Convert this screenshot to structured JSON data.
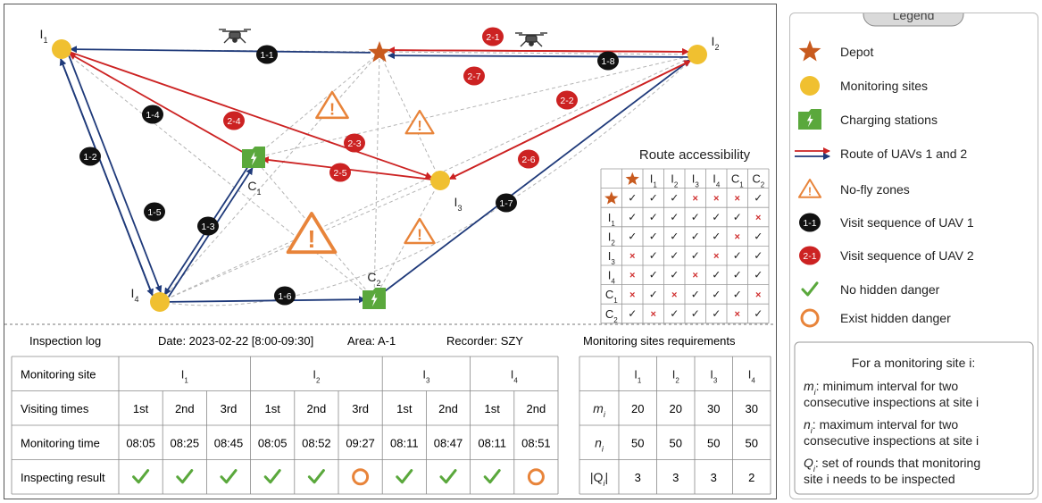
{
  "diagram": {
    "nodes": [
      {
        "id": "I1",
        "base": "I",
        "sub": "1",
        "type": "site"
      },
      {
        "id": "I2",
        "base": "I",
        "sub": "2",
        "type": "site"
      },
      {
        "id": "I3",
        "base": "I",
        "sub": "3",
        "type": "site"
      },
      {
        "id": "I4",
        "base": "I",
        "sub": "4",
        "type": "site"
      },
      {
        "id": "C1",
        "base": "C",
        "sub": "1",
        "type": "charger"
      },
      {
        "id": "C2",
        "base": "C",
        "sub": "2",
        "type": "charger"
      },
      {
        "id": "D",
        "base": "",
        "sub": "",
        "type": "depot"
      }
    ],
    "uav1_route": [
      "D",
      "I1",
      "I4",
      "I1",
      "I4",
      "C1",
      "I4",
      "C2",
      "I2",
      "D"
    ],
    "uav2_route": [
      "D",
      "I2",
      "I3",
      "C1",
      "I1",
      "I3",
      "I2",
      "D"
    ],
    "uav1_labels": [
      "1-1",
      "1-2",
      "1-3",
      "1-4",
      "1-5",
      "1-6",
      "1-7",
      "1-8"
    ],
    "uav2_labels": [
      "2-1",
      "2-2",
      "2-3",
      "2-4",
      "2-5",
      "2-6",
      "2-7"
    ],
    "colors": {
      "uav1": "#1f3a7a",
      "uav2": "#cc2222",
      "depot": "#c85a1e",
      "site": "#f0c030",
      "charger": "#5aa83c",
      "nofly": "#e8843a",
      "check": "#5aa83c",
      "danger": "#e8843a"
    }
  },
  "route_accessibility": {
    "title": "Route accessibility",
    "headers": [
      "★",
      "I1",
      "I2",
      "I3",
      "I4",
      "C1",
      "C2"
    ],
    "rows": [
      {
        "label": "★",
        "cells": [
          "✓",
          "✓",
          "✓",
          "×",
          "×",
          "×",
          "✓"
        ]
      },
      {
        "label": "I1",
        "cells": [
          "✓",
          "✓",
          "✓",
          "✓",
          "✓",
          "✓",
          "×"
        ]
      },
      {
        "label": "I2",
        "cells": [
          "✓",
          "✓",
          "✓",
          "✓",
          "✓",
          "×",
          "✓"
        ]
      },
      {
        "label": "I3",
        "cells": [
          "×",
          "✓",
          "✓",
          "✓",
          "×",
          "✓",
          "✓"
        ]
      },
      {
        "label": "I4",
        "cells": [
          "×",
          "✓",
          "✓",
          "×",
          "✓",
          "✓",
          "✓"
        ]
      },
      {
        "label": "C1",
        "cells": [
          "×",
          "✓",
          "×",
          "✓",
          "✓",
          "✓",
          "×"
        ]
      },
      {
        "label": "C2",
        "cells": [
          "✓",
          "×",
          "✓",
          "✓",
          "✓",
          "×",
          "✓"
        ]
      }
    ]
  },
  "log": {
    "title": "Inspection log",
    "date": "Date: 2023-02-22 [8:00-09:30]",
    "area": "Area: A-1",
    "recorder": "Recorder: SZY",
    "row_labels": [
      "Monitoring site",
      "Visiting times",
      "Monitoring time",
      "Inspecting result"
    ],
    "sites": [
      "I1",
      "I2",
      "I3",
      "I4"
    ],
    "visits": [
      {
        "site": "I1",
        "time_label": "1st",
        "time": "08:05",
        "result": "check"
      },
      {
        "site": "I1",
        "time_label": "2nd",
        "time": "08:25",
        "result": "check"
      },
      {
        "site": "I1",
        "time_label": "3rd",
        "time": "08:45",
        "result": "check"
      },
      {
        "site": "I2",
        "time_label": "1st",
        "time": "08:05",
        "result": "check"
      },
      {
        "site": "I2",
        "time_label": "2nd",
        "time": "08:52",
        "result": "check"
      },
      {
        "site": "I2",
        "time_label": "3rd",
        "time": "09:27",
        "result": "danger"
      },
      {
        "site": "I3",
        "time_label": "1st",
        "time": "08:11",
        "result": "check"
      },
      {
        "site": "I3",
        "time_label": "2nd",
        "time": "08:47",
        "result": "check"
      },
      {
        "site": "I4",
        "time_label": "1st",
        "time": "08:11",
        "result": "check"
      },
      {
        "site": "I4",
        "time_label": "2nd",
        "time": "08:51",
        "result": "danger"
      }
    ]
  },
  "requirements": {
    "title": "Monitoring sites requirements",
    "headers": [
      "I1",
      "I2",
      "I3",
      "I4"
    ],
    "rows": [
      {
        "label": "m",
        "sub": "i",
        "values": [
          "20",
          "20",
          "30",
          "30"
        ]
      },
      {
        "label": "n",
        "sub": "i",
        "values": [
          "50",
          "50",
          "50",
          "50"
        ]
      },
      {
        "label": "|Q",
        "sub": "i",
        "suffix": "|",
        "values": [
          "3",
          "3",
          "3",
          "2"
        ]
      }
    ]
  },
  "legend": {
    "title": "Legend",
    "items": [
      {
        "icon": "depot",
        "text": "Depot"
      },
      {
        "icon": "site",
        "text": "Monitoring sites"
      },
      {
        "icon": "charger",
        "text": "Charging stations"
      },
      {
        "icon": "routes",
        "text": "Route of UAVs 1 and 2"
      },
      {
        "icon": "nofly",
        "text": "No-fly zones"
      },
      {
        "icon": "uav1",
        "text": "Visit sequence of UAV 1",
        "badge": "1-1"
      },
      {
        "icon": "uav2",
        "text": "Visit sequence of UAV 2",
        "badge": "2-1"
      },
      {
        "icon": "check",
        "text": "No hidden danger"
      },
      {
        "icon": "ring",
        "text": "Exist hidden danger"
      }
    ],
    "note_title": "For a monitoring site i:",
    "notes": [
      {
        "sym": "m",
        "sub": "i",
        "lines": [
          ": minimum interval for two",
          "consecutive inspections at site i"
        ]
      },
      {
        "sym": "n",
        "sub": "i",
        "lines": [
          ": maximum interval for two",
          "consecutive inspections at site i"
        ]
      },
      {
        "sym": "Q",
        "sub": "i",
        "lines": [
          ": set of rounds that monitoring",
          "site i needs to be inspected"
        ]
      }
    ]
  }
}
